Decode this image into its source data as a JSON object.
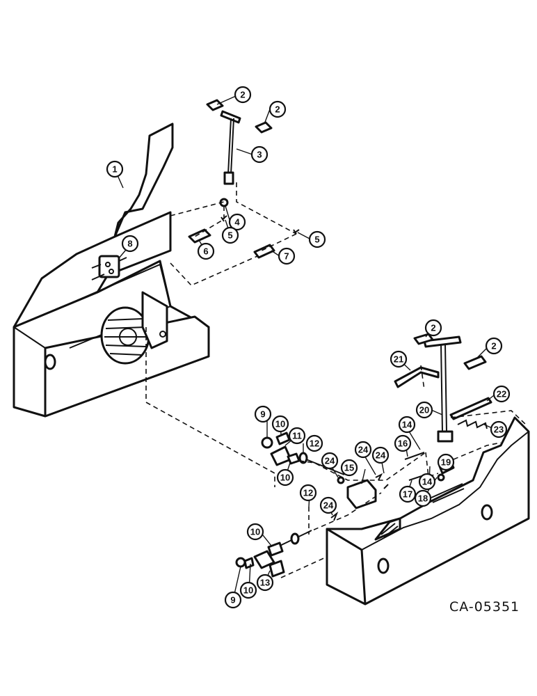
{
  "callouts": [
    "1",
    "2",
    "3",
    "4",
    "5",
    "6",
    "7",
    "8",
    "9",
    "10",
    "11",
    "12",
    "13",
    "14",
    "15",
    "16",
    "17",
    "18",
    "19",
    "20",
    "21",
    "22",
    "23",
    "24"
  ],
  "drawing_number": "CA-05351"
}
